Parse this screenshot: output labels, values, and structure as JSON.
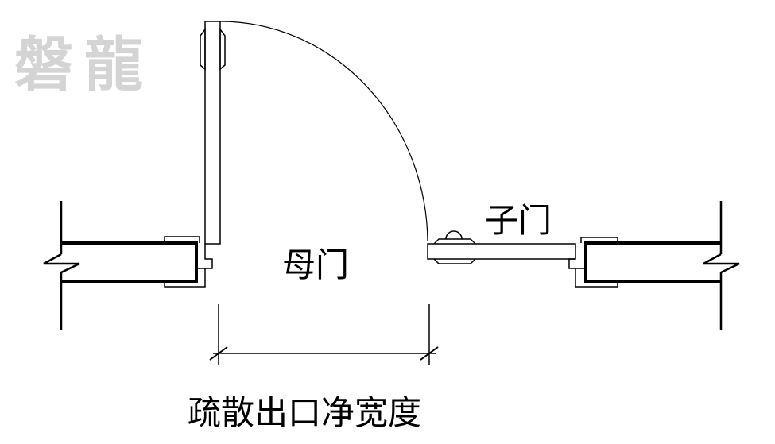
{
  "watermark": "磐龍",
  "labels": {
    "main_door": "母门",
    "sub_door": "子门",
    "caption": "疏散出口净宽度"
  }
}
